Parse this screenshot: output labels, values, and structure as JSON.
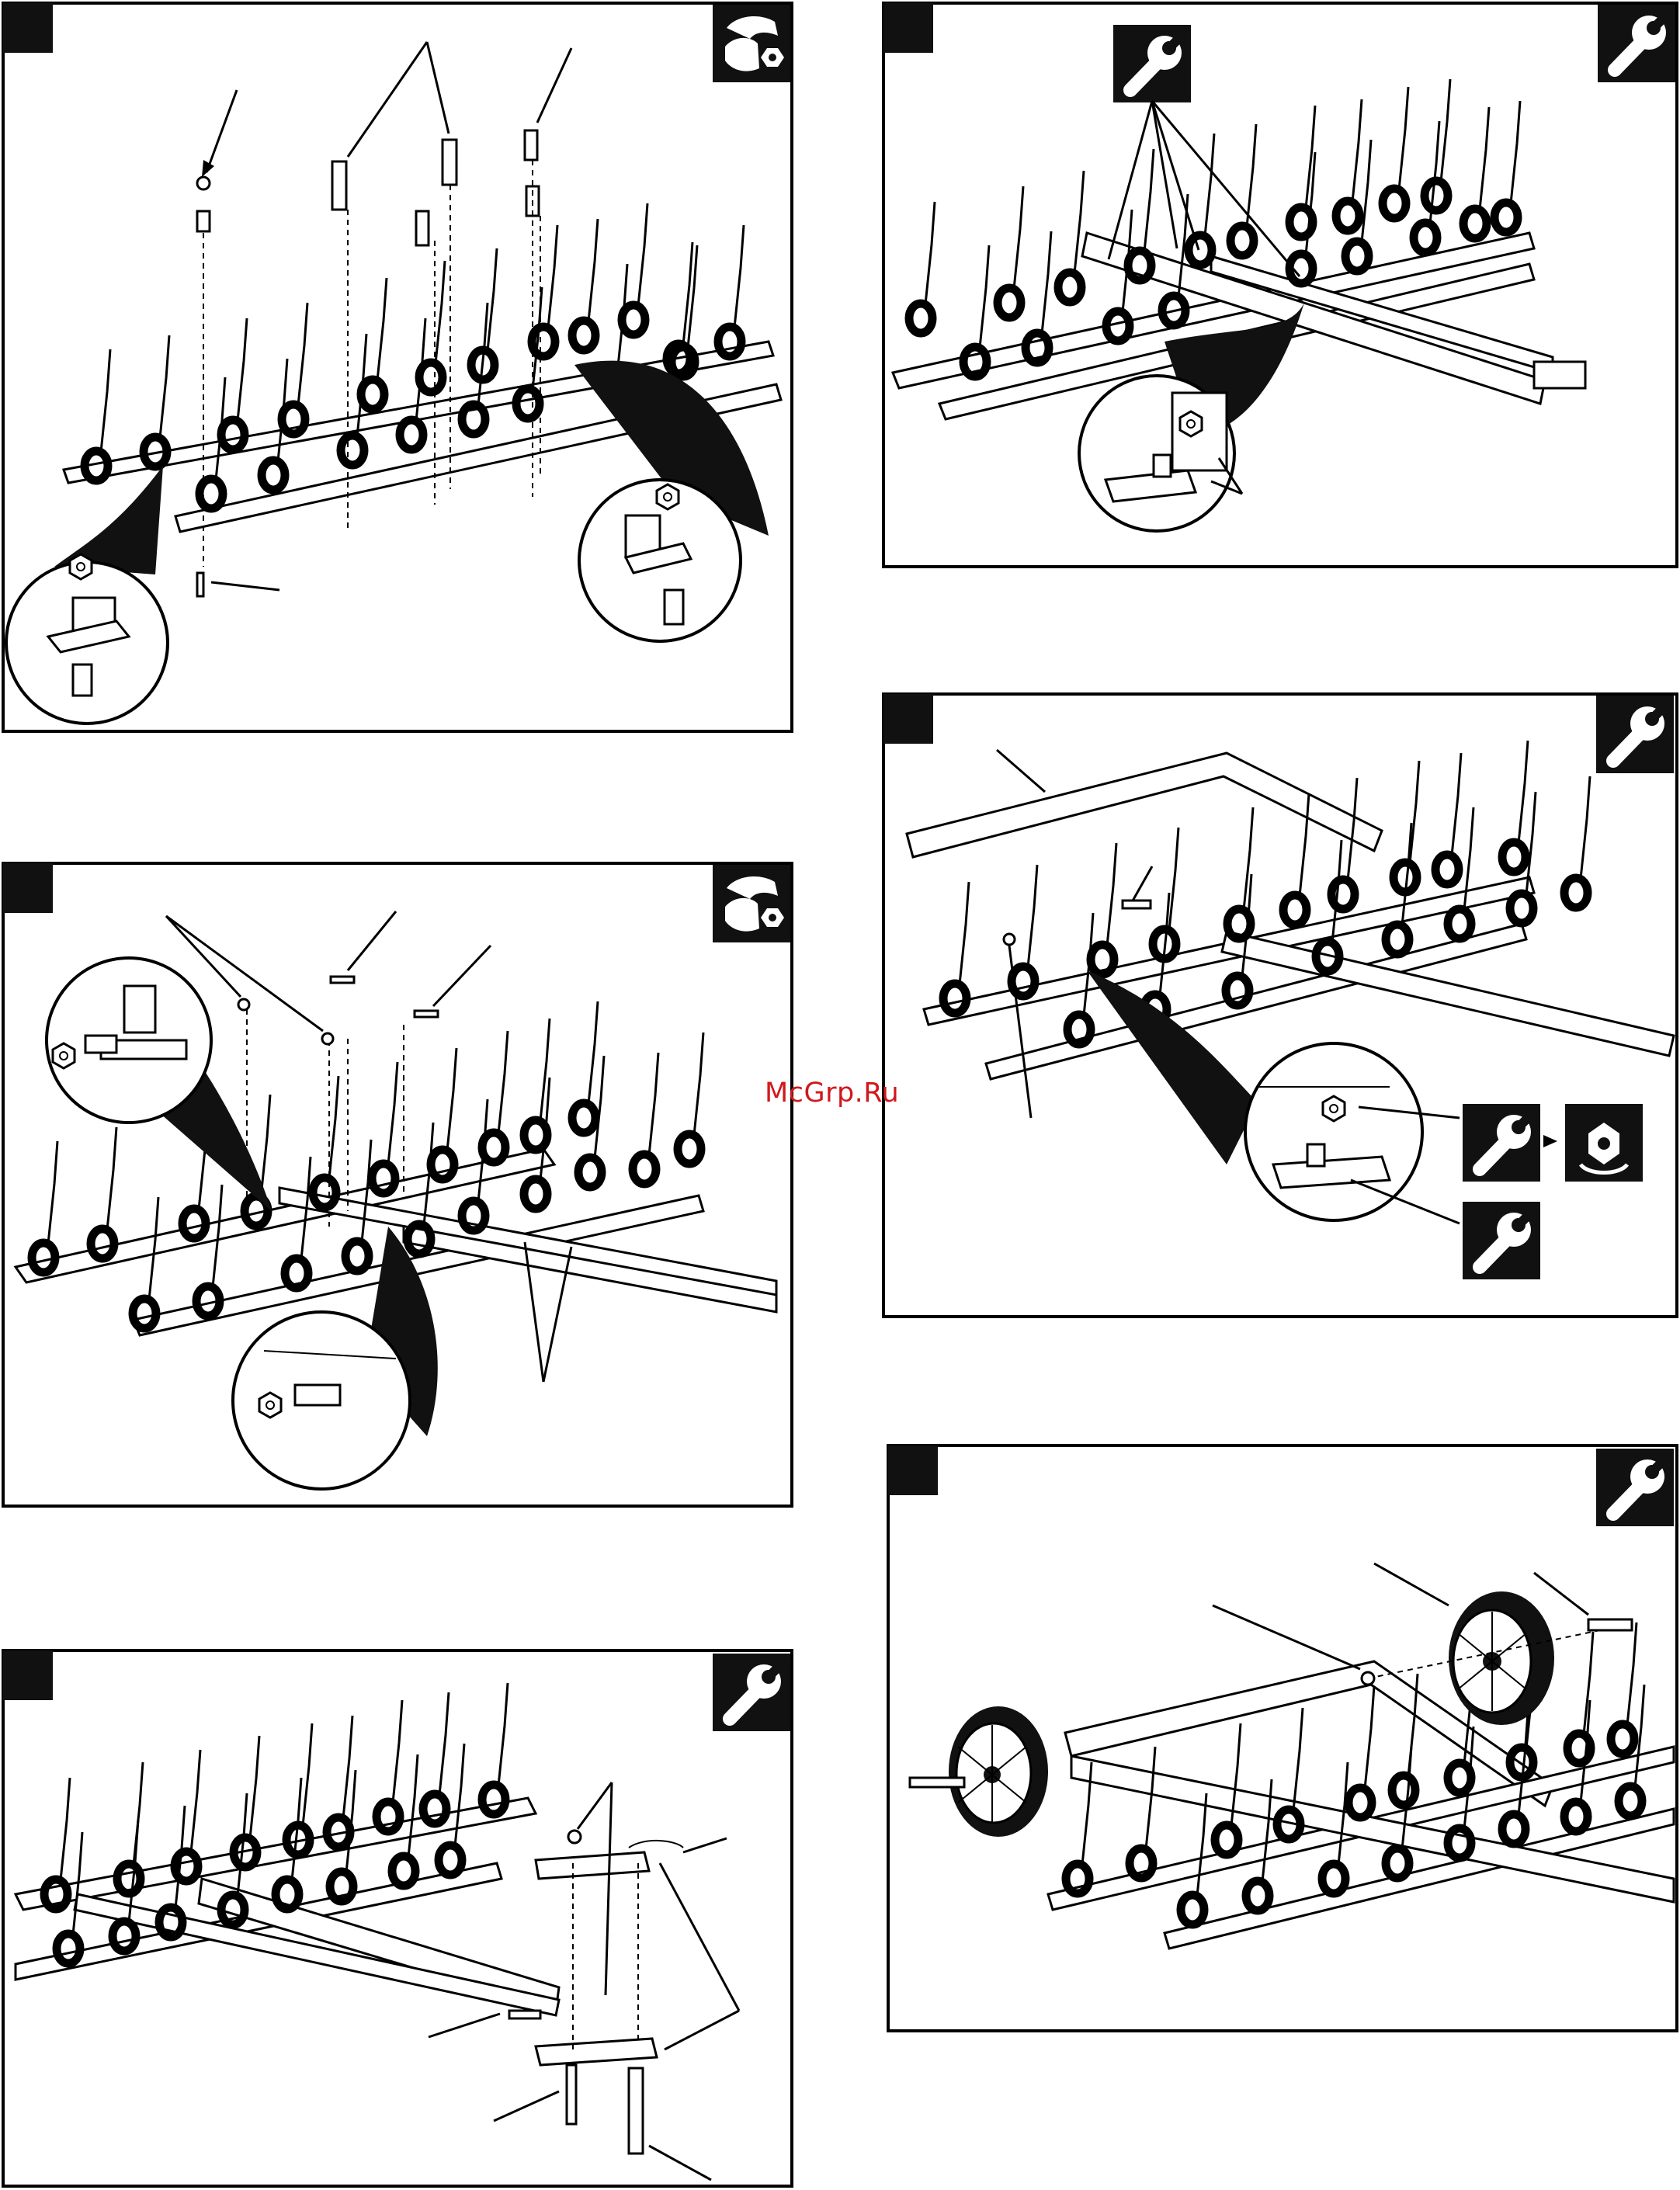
{
  "watermark": {
    "text": "McGrp.Ru",
    "color": "#d0191d"
  },
  "panels": [
    {
      "id": "panel-1",
      "tool": "hand-tighten-icon"
    },
    {
      "id": "panel-2",
      "tool": "hand-tighten-icon"
    },
    {
      "id": "panel-3",
      "tool": "wrench-icon"
    },
    {
      "id": "panel-4",
      "tool": "wrench-icon"
    },
    {
      "id": "panel-5",
      "tool": "wrench-icon"
    },
    {
      "id": "panel-6",
      "tool": "wrench-icon"
    }
  ],
  "colors": {
    "line": "#000000",
    "background": "#ffffff",
    "tab": "#111111"
  }
}
